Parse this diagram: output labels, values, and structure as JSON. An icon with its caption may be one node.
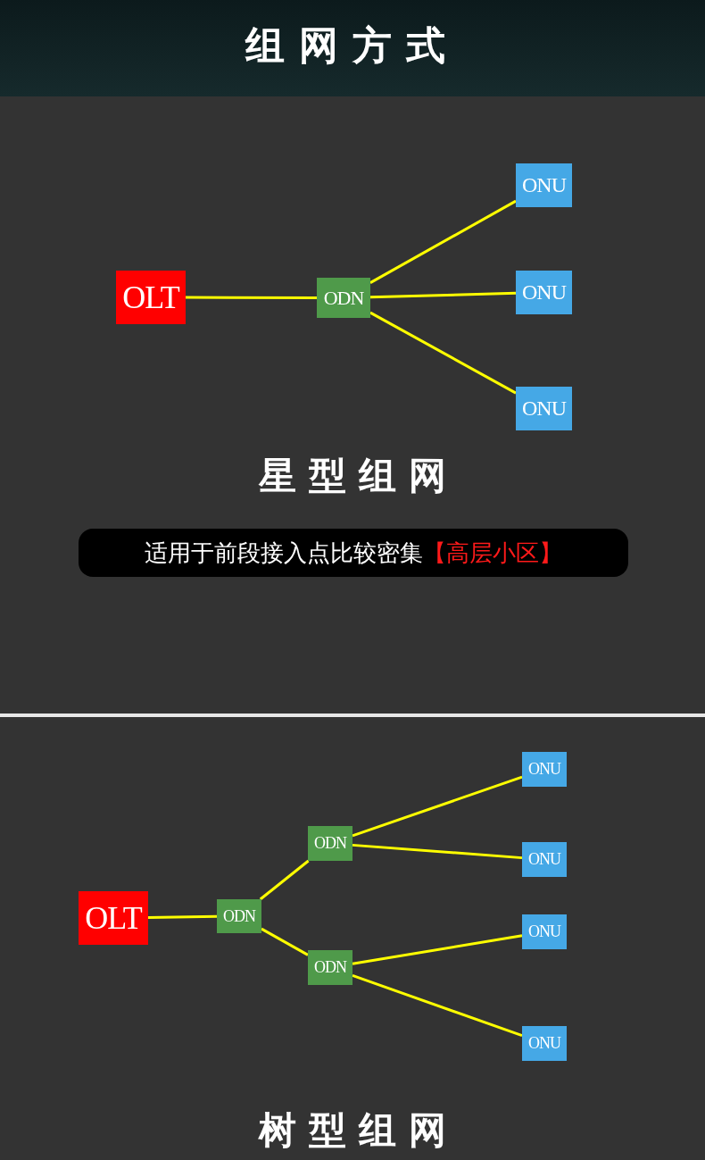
{
  "diagram": {
    "title": "组网方式",
    "nodes": [
      {
        "text": [
          "OLT"
        ]
      },
      {
        "text": [
          "ODN"
        ]
      },
      {
        "text": [
          "ONU"
        ]
      },
      {
        "text": [
          "ONU"
        ]
      },
      {
        "text": [
          "ONU"
        ]
      },
      {
        "text": [
          "适用于前段接入点比较密集",
          "【高层小区】"
        ]
      },
      {
        "text": [
          "OLT"
        ]
      },
      {
        "text": [
          "ODN"
        ]
      },
      {
        "text": [
          "ODN"
        ]
      },
      {
        "text": [
          "ODN"
        ]
      },
      {
        "text": [
          "ONU"
        ]
      },
      {
        "text": [
          "ONU"
        ]
      },
      {
        "text": [
          "ONU"
        ]
      },
      {
        "text": [
          "ONU"
        ]
      }
    ],
    "edges": [
      {
        "from": 0,
        "to": 1,
        "arrow": "none"
      },
      {
        "from": 1,
        "to": 2,
        "arrow": "none"
      },
      {
        "from": 1,
        "to": 3,
        "arrow": "none"
      },
      {
        "from": 1,
        "to": 4,
        "arrow": "none"
      },
      {
        "from": 6,
        "to": 7,
        "arrow": "none"
      },
      {
        "from": 7,
        "to": 8,
        "arrow": "none"
      },
      {
        "from": 7,
        "to": 9,
        "arrow": "none"
      },
      {
        "from": 8,
        "to": 10,
        "arrow": "none"
      },
      {
        "from": 8,
        "to": 11,
        "arrow": "none"
      },
      {
        "from": 9,
        "to": 12,
        "arrow": "none"
      },
      {
        "from": 9,
        "to": 13,
        "arrow": "none"
      }
    ],
    "labels": [
      "星型组网",
      "树型组网"
    ]
  }
}
